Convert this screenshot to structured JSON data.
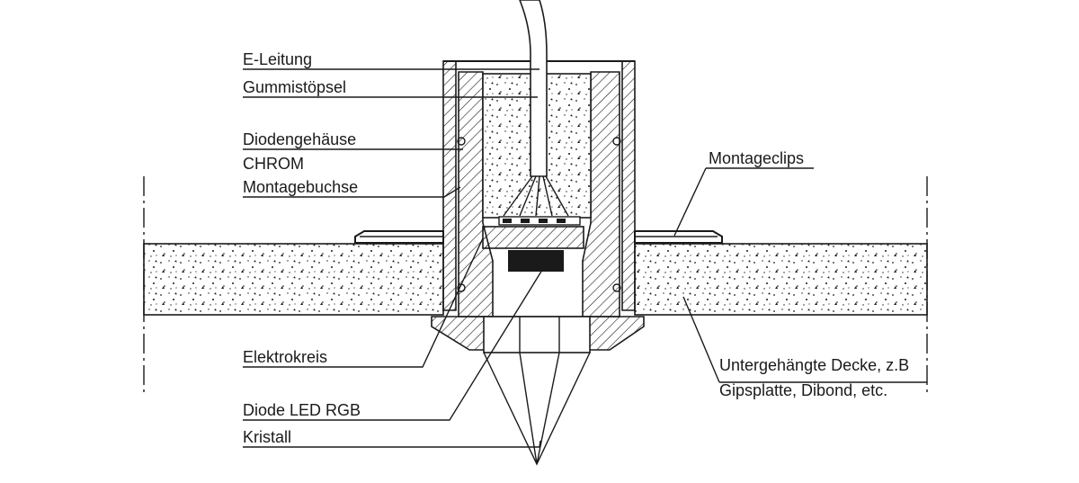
{
  "labels": {
    "e_leitung": "E-Leitung",
    "gummistoepsel": "Gummistöpsel",
    "diodengehaeuse": "Diodengehäuse",
    "chrom": "CHROM",
    "montagebuchse": "Montagebuchse",
    "montageclips": "Montageclips",
    "elektrokreis": "Elektrokreis",
    "diode_led_rgb": "Diode LED RGB",
    "kristall": "Kristall",
    "decke_line1": "Untergehängte Decke, z.B",
    "decke_line2": "Gipsplatte, Dibond, etc."
  },
  "colors": {
    "ink": "#1a1a1a",
    "background": "#ffffff"
  }
}
